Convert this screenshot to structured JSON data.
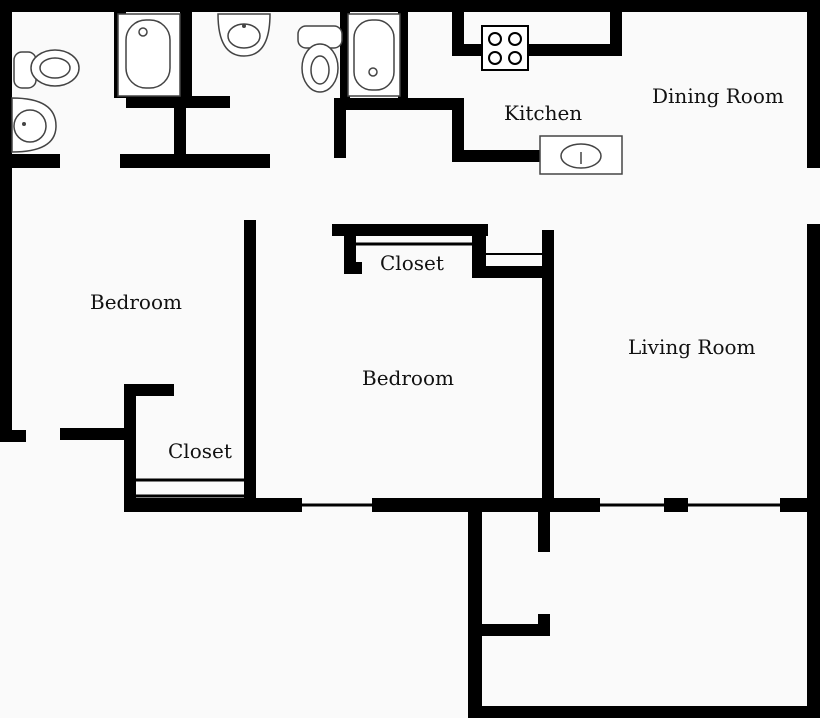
{
  "rooms": {
    "kitchen": "Kitchen",
    "dining_room": "Dining Room",
    "bedroom_left": "Bedroom",
    "bedroom_center": "Bedroom",
    "living_room": "Living Room",
    "closet_top": "Closet",
    "closet_left": "Closet"
  },
  "fixtures": {
    "toilet_icon": "toilet-icon",
    "sink_icon": "sink-icon",
    "bathtub_icon": "bathtub-icon",
    "stove_icon": "stove-icon"
  },
  "colors": {
    "wall": "#000000",
    "floor": "#fafafa"
  }
}
